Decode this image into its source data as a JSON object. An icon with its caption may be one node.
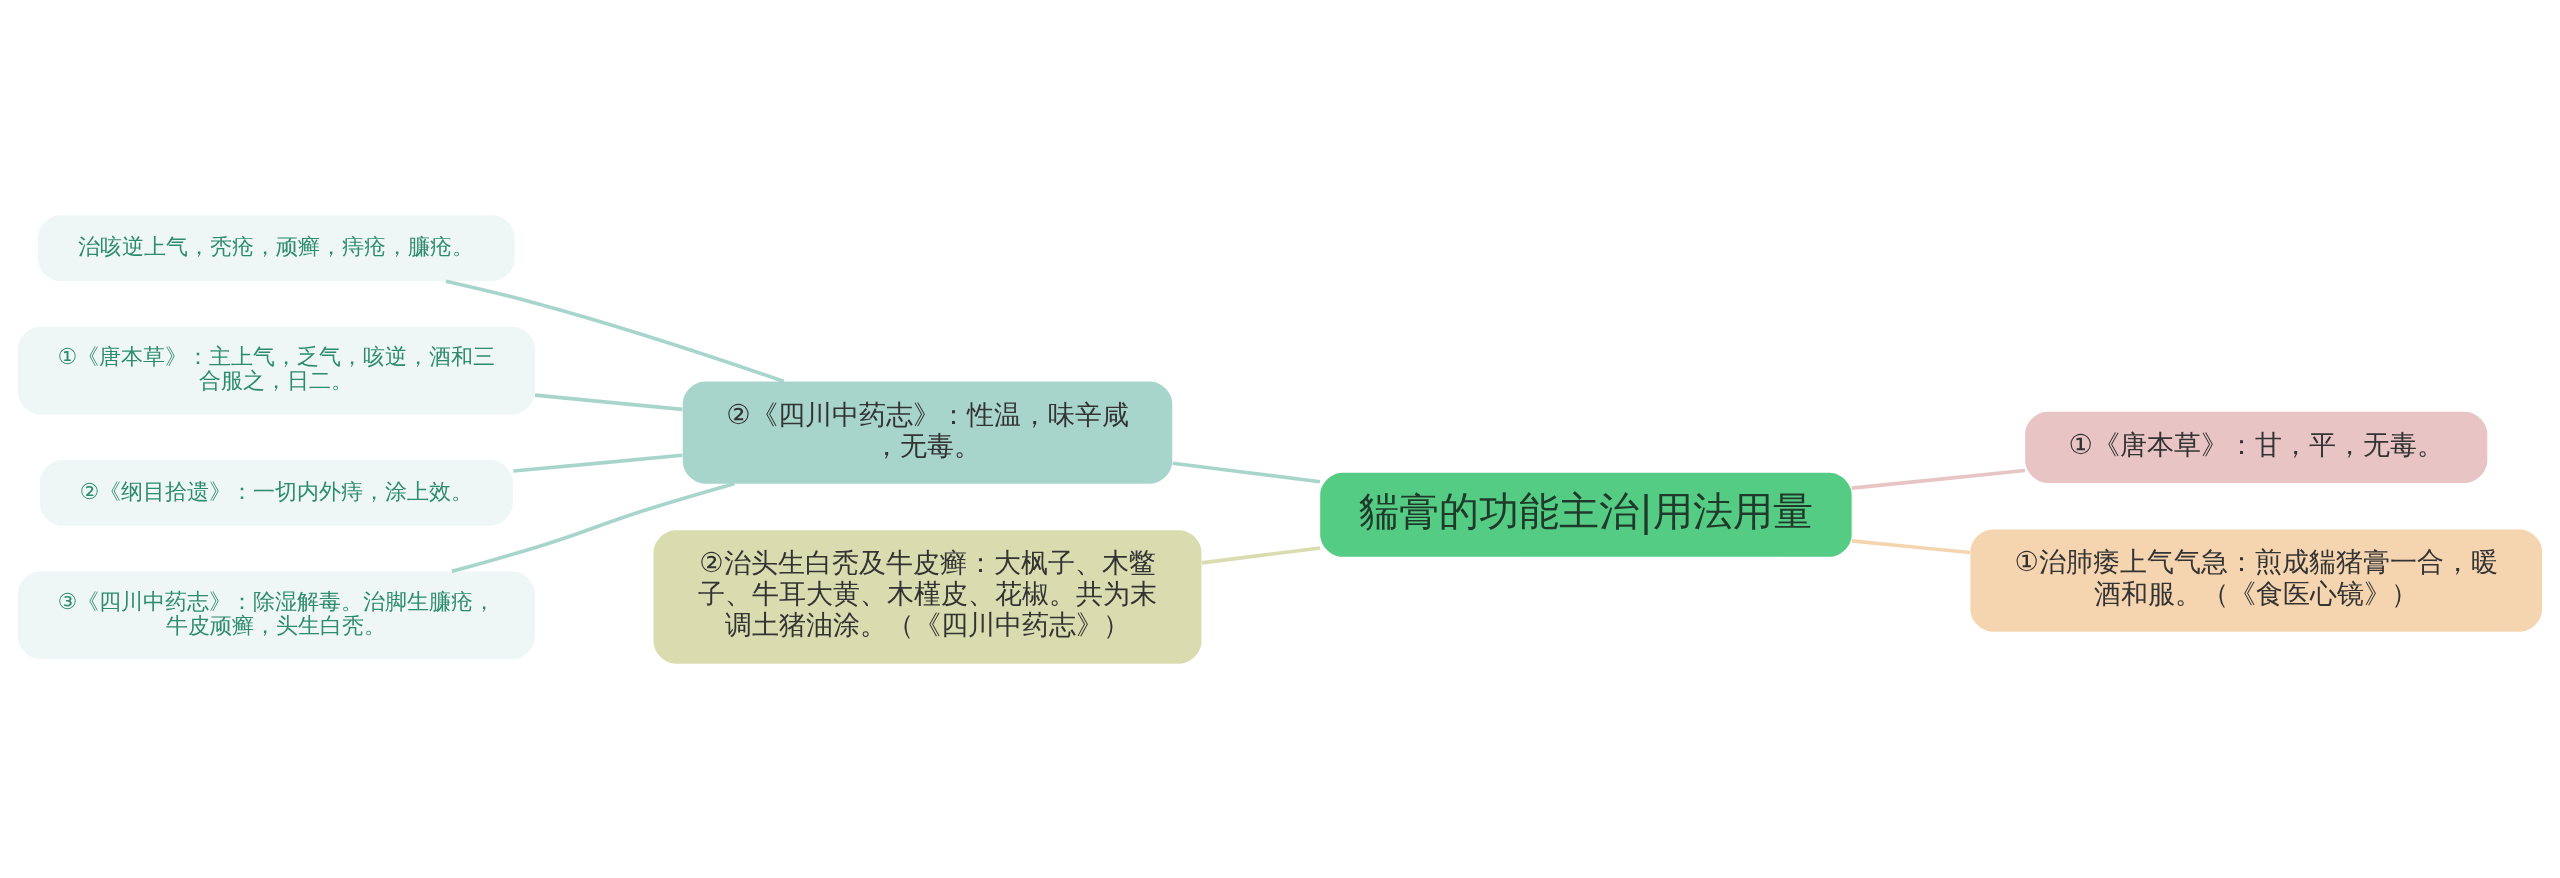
{
  "diagram": {
    "nodes": [
      {
        "text": [
          "貒膏的功能主治|用法用量"
        ]
      },
      {
        "text": [
          "①《唐本草》：甘，平，无毒。"
        ]
      },
      {
        "text": [
          "①治肺痿上气气急：煎成貒猪膏一合，暖酒和服。（《食医心镜》）"
        ]
      },
      {
        "text": [
          "②《四川中药志》：性温，味辛咸，无毒。"
        ]
      },
      {
        "text": [
          "治咳逆上气，秃疮，顽癣，痔疮，臁疮。"
        ]
      },
      {
        "text": [
          "①《唐本草》：主上气，乏气，咳逆，酒和三合服之，日二。"
        ]
      },
      {
        "text": [
          "②《纲目拾遗》：一切内外痔，涂上效。"
        ]
      },
      {
        "text": [
          "③《四川中药志》：除湿解毒。治脚生臁疮，牛皮顽癣，头生白秃。"
        ]
      },
      {
        "text": [
          "②治头生白秃及牛皮癣：大枫子、木鳖子、牛耳大黄、木槿皮、花椒。共为末调土猪油涂。（《四川中药志》）"
        ]
      }
    ],
    "edges": [
      {
        "from": 0,
        "to": 1,
        "arrow": "none",
        "color": "#e8c4c4"
      },
      {
        "from": 0,
        "to": 2,
        "arrow": "none",
        "color": "#f5d5b0"
      },
      {
        "from": 0,
        "to": 3,
        "arrow": "none",
        "color": "#a8d5cb"
      },
      {
        "from": 3,
        "to": 4,
        "arrow": "none",
        "color": "#a8d5cb"
      },
      {
        "from": 3,
        "to": 5,
        "arrow": "none",
        "color": "#a8d5cb"
      },
      {
        "from": 3,
        "to": 6,
        "arrow": "none",
        "color": "#a8d5cb"
      },
      {
        "from": 3,
        "to": 7,
        "arrow": "none",
        "color": "#a8d5cb"
      },
      {
        "from": 0,
        "to": 8,
        "arrow": "none",
        "color": "#d9dcaf"
      }
    ]
  }
}
